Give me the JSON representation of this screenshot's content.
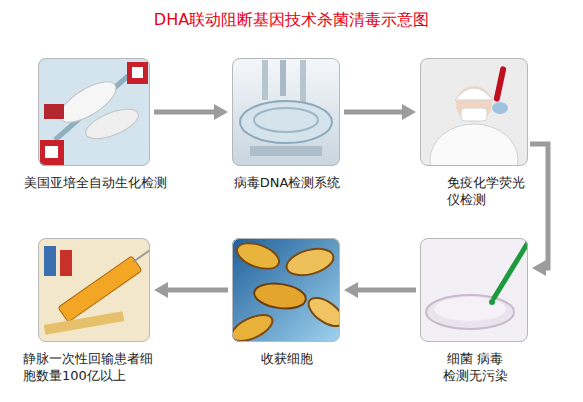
{
  "diagram": {
    "title": "DHA联动阻断基因技术杀菌清毒示意图",
    "nodes": [
      {
        "text": [
          "美国亚培全自动生化检测"
        ]
      },
      {
        "text": [
          "病毒DNA检测系统"
        ]
      },
      {
        "text": [
          "免疫化学荧光仪检测"
        ]
      },
      {
        "text": [
          "细菌 病毒 检测无污染"
        ]
      },
      {
        "text": [
          "收获细胞"
        ]
      },
      {
        "text": [
          "静脉一次性回输患者细胞数量100亿以上"
        ]
      }
    ],
    "edges": [
      {
        "from": 0,
        "to": 1,
        "arrow": "to"
      },
      {
        "from": 1,
        "to": 2,
        "arrow": "to"
      },
      {
        "from": 2,
        "to": 3,
        "arrow": "to"
      },
      {
        "from": 3,
        "to": 4,
        "arrow": "to"
      },
      {
        "from": 4,
        "to": 5,
        "arrow": "to"
      }
    ]
  }
}
